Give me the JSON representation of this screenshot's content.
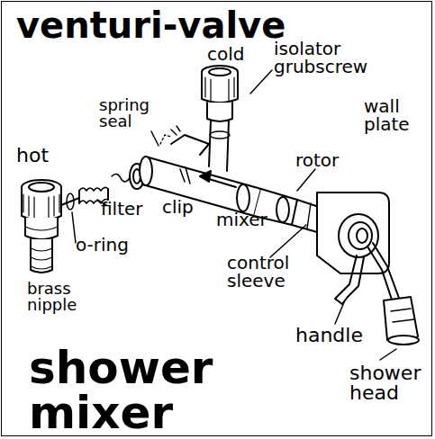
{
  "diagram": {
    "title": "venturi-valve",
    "caption": "shower mixer",
    "labels": [
      "cold",
      "isolator grubscrew",
      "wall plate",
      "spring seal",
      "hot",
      "rotor",
      "filter",
      "clip",
      "mixer",
      "o-ring",
      "brass nipple",
      "control sleeve",
      "handle",
      "shower head"
    ]
  }
}
